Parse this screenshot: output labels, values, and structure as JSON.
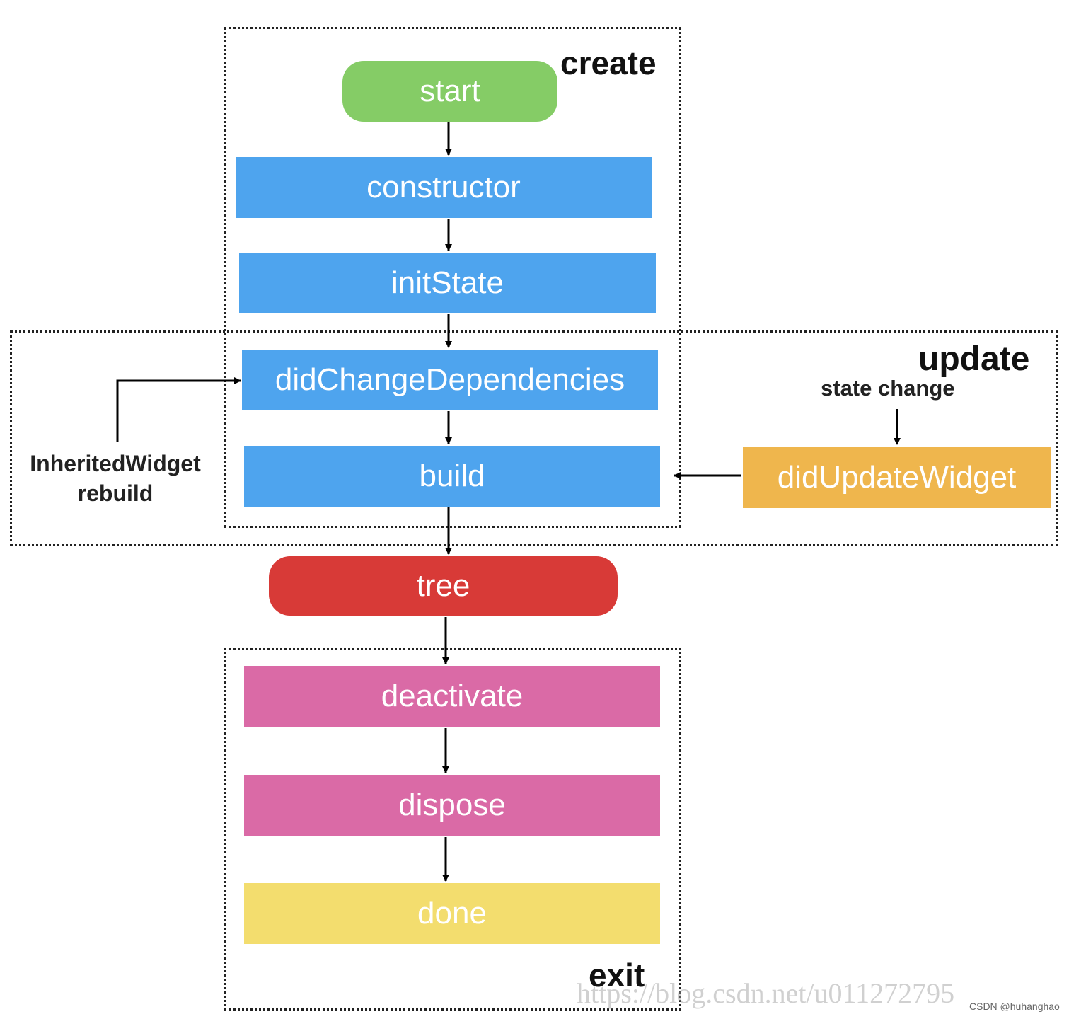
{
  "regions": {
    "create": "create",
    "update": "update",
    "exit": "exit"
  },
  "nodes": {
    "start": "start",
    "constructor": "constructor",
    "init_state": "initState",
    "did_change_dependencies": "didChangeDependencies",
    "build": "build",
    "did_update_widget": "didUpdateWidget",
    "tree": "tree",
    "deactivate": "deactivate",
    "dispose": "dispose",
    "done": "done"
  },
  "annotations": {
    "state_change": "state change",
    "inherited_widget_line1": "InheritedWidget",
    "inherited_widget_line2": "rebuild"
  },
  "watermark": "https://blog.csdn.net/u011272795",
  "credit": "CSDN @huhanghao",
  "colors": {
    "green": "#85cc66",
    "blue": "#4ea4ee",
    "orange": "#efb64d",
    "red": "#d83a37",
    "pink": "#da6aa6",
    "yellow": "#f3dd6e"
  }
}
